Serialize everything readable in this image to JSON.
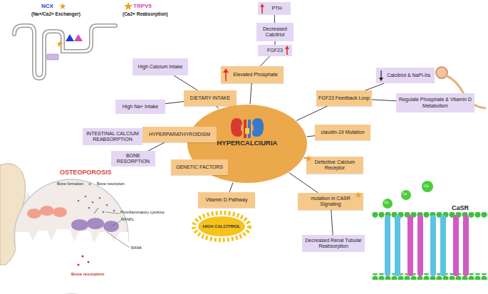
{
  "diagram": {
    "nodes": [
      {
        "text": [
          "PTH"
        ]
      },
      {
        "text": [
          "Decreased Calcitriol"
        ]
      },
      {
        "text": [
          "FGF23"
        ]
      },
      {
        "text": [
          "High Calcium Intake"
        ]
      },
      {
        "text": [
          "Elevated Phosphate"
        ]
      },
      {
        "text": [
          "Calcitriol & NaPi-IIa"
        ]
      },
      {
        "text": [
          "DIETARY INTAKE"
        ]
      },
      {
        "text": [
          "FGF23 Feedback Loop"
        ]
      },
      {
        "text": [
          "Regulate Phosphate & Vitamin D Metabolism"
        ]
      },
      {
        "text": [
          "High Na+ Intake"
        ]
      },
      {
        "text": [
          "HYPERCALCIURIA"
        ]
      },
      {
        "text": [
          "HYPERPARATHYROIDISM"
        ]
      },
      {
        "text": [
          "claudin-19 Mutation"
        ]
      },
      {
        "text": [
          "INTESTINAL CALCIUM REABSORPTION"
        ]
      },
      {
        "text": [
          "BONE RESORPTION"
        ]
      },
      {
        "text": [
          "Defective Calcium Receptor"
        ]
      },
      {
        "text": [
          "GENETIC FACTORS"
        ]
      },
      {
        "text": [
          "Vitamin D Pathway"
        ]
      },
      {
        "text": [
          "mutation in CASR Signaling"
        ]
      },
      {
        "text": [
          "HIGH CALCITRIOL"
        ]
      },
      {
        "text": [
          "Decreased Renal Tubular Reabsorption"
        ]
      }
    ],
    "edges": [
      {
        "from": 10,
        "to": 6,
        "arrow": "none"
      },
      {
        "from": 6,
        "to": 3,
        "arrow": "none"
      },
      {
        "from": 6,
        "to": 9,
        "arrow": "none"
      },
      {
        "from": 10,
        "to": 4,
        "arrow": "none"
      },
      {
        "from": 4,
        "to": 2,
        "arrow": "none"
      },
      {
        "from": 2,
        "to": 1,
        "arrow": "none"
      },
      {
        "from": 1,
        "to": 0,
        "arrow": "none"
      },
      {
        "from": 10,
        "to": 7,
        "arrow": "none"
      },
      {
        "from": 7,
        "to": 5,
        "arrow": "none"
      },
      {
        "from": 7,
        "to": 8,
        "arrow": "none"
      },
      {
        "from": 10,
        "to": 12,
        "arrow": "none"
      },
      {
        "from": 10,
        "to": 15,
        "arrow": "none"
      },
      {
        "from": 10,
        "to": 18,
        "arrow": "none"
      },
      {
        "from": 18,
        "to": 20,
        "arrow": "none"
      },
      {
        "from": 10,
        "to": 17,
        "arrow": "none"
      },
      {
        "from": 10,
        "to": 16,
        "arrow": "none"
      },
      {
        "from": 10,
        "to": 11,
        "arrow": "none"
      },
      {
        "from": 11,
        "to": 13,
        "arrow": "none"
      },
      {
        "from": 11,
        "to": 14,
        "arrow": "none"
      }
    ],
    "labels": [
      "NCX",
      "(Na+/Ca2+ Exchanger)",
      "TRPV5",
      "(Ca2+ Reabsorption)",
      "OSTEOPOROSIS",
      "Bone formation",
      "<",
      "Bone resorption",
      "Proinflammatory cytokine",
      "RANKL",
      "RANK",
      "Bone resorption",
      "Ca",
      "Ca",
      "Ca",
      "CaSR"
    ]
  }
}
